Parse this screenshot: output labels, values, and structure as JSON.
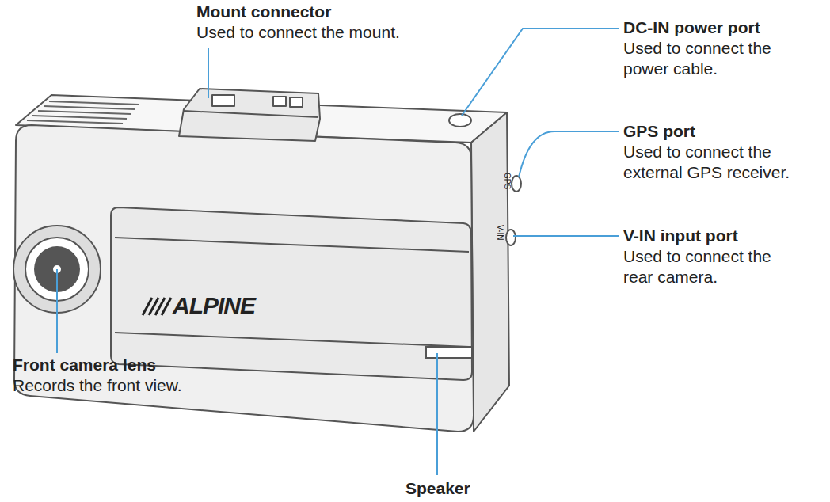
{
  "diagram": {
    "labels": [
      "Mount connector",
      "Used to connect the mount.",
      "DC-IN power port",
      "Used to connect the power cable.",
      "GPS port",
      "Used to connect the external GPS receiver.",
      "V-IN input port",
      "Used to connect the rear camera.",
      "Front camera lens",
      "Records the front view.",
      "Speaker",
      "ALPINE",
      "GPS",
      "V-IN"
    ]
  }
}
